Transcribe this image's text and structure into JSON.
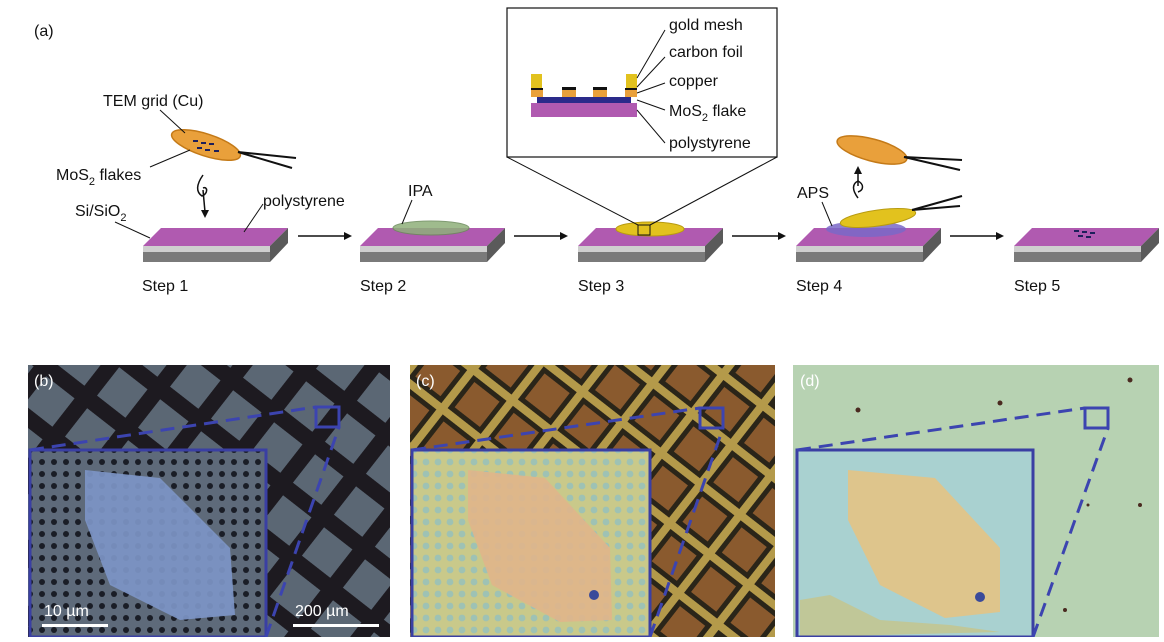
{
  "panel_a": {
    "label": "(a)",
    "labels": {
      "tem_grid": "TEM grid (Cu)",
      "mos2_flakes_prefix": "MoS",
      "mos2_flakes_sub": "2",
      "mos2_flakes_suffix": " flakes",
      "substrate_prefix": "Si/SiO",
      "substrate_sub": "2",
      "polystyrene": "polystyrene",
      "ipa": "IPA",
      "aps": "APS"
    },
    "steps": [
      "Step 1",
      "Step 2",
      "Step 3",
      "Step 4",
      "Step 5"
    ],
    "inset_layers": {
      "gold_mesh": "gold mesh",
      "carbon_foil": "carbon foil",
      "copper": "copper",
      "mos2_prefix": "MoS",
      "mos2_sub": "2",
      "mos2_suffix": " flake",
      "polystyrene": "polystyrene"
    }
  },
  "panels": [
    {
      "label": "(b)",
      "scale_inset": "10 µm",
      "scale_main": "200 µm"
    },
    {
      "label": "(c)"
    },
    {
      "label": "(d)"
    }
  ],
  "colors": {
    "polystyrene": "#b05ab0",
    "substrate_side": "#7a7a7a",
    "tem_grid": "#e9a03b",
    "gold_mesh": "#e2c21e",
    "inset_frame": "#3a3fa3",
    "highlight_box": "#3c44b0"
  }
}
